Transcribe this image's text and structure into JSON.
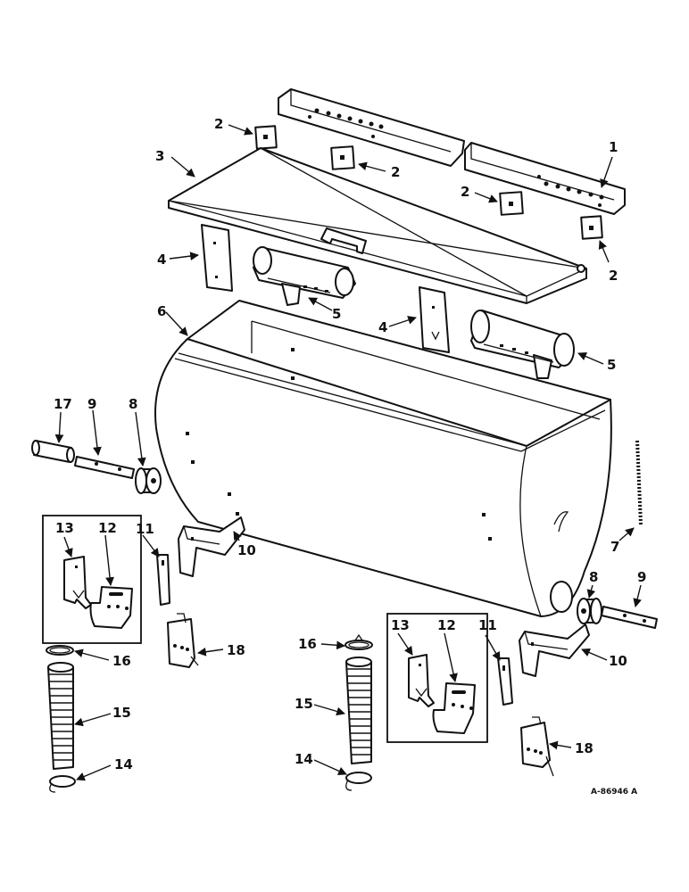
{
  "drawing_number": "A-86946 A",
  "callouts": {
    "c1": "1",
    "c2a": "2",
    "c2b": "2",
    "c2c": "2",
    "c2d": "2",
    "c3": "3",
    "c4a": "4",
    "c4b": "4",
    "c5a": "5",
    "c5b": "5",
    "c6": "6",
    "c7": "7",
    "c8a": "8",
    "c8b": "8",
    "c9a": "9",
    "c9b": "9",
    "c10a": "10",
    "c10b": "10",
    "c11a": "11",
    "c11b": "11",
    "c12a": "12",
    "c12b": "12",
    "c13a": "13",
    "c13b": "13",
    "c14a": "14",
    "c14b": "14",
    "c15a": "15",
    "c15b": "15",
    "c16a": "16",
    "c16b": "16",
    "c17": "17",
    "c18a": "18",
    "c18b": "18"
  }
}
